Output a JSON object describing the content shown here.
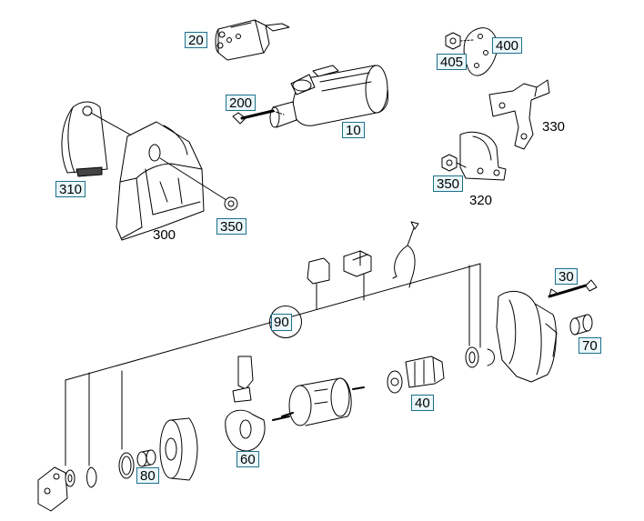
{
  "parts": {
    "p20": "20",
    "p200": "200",
    "p10": "10",
    "p310": "310",
    "p350a": "350",
    "p300": "300",
    "p405": "405",
    "p400": "400",
    "p330": "330",
    "p350b": "350",
    "p320": "320",
    "p90": "90",
    "p30": "30",
    "p70": "70",
    "p40": "40",
    "p60": "60",
    "p80": "80"
  },
  "colors": {
    "label_border": "#1f6f8b",
    "label_fill": "#eaf7fb",
    "line": "#000000"
  }
}
